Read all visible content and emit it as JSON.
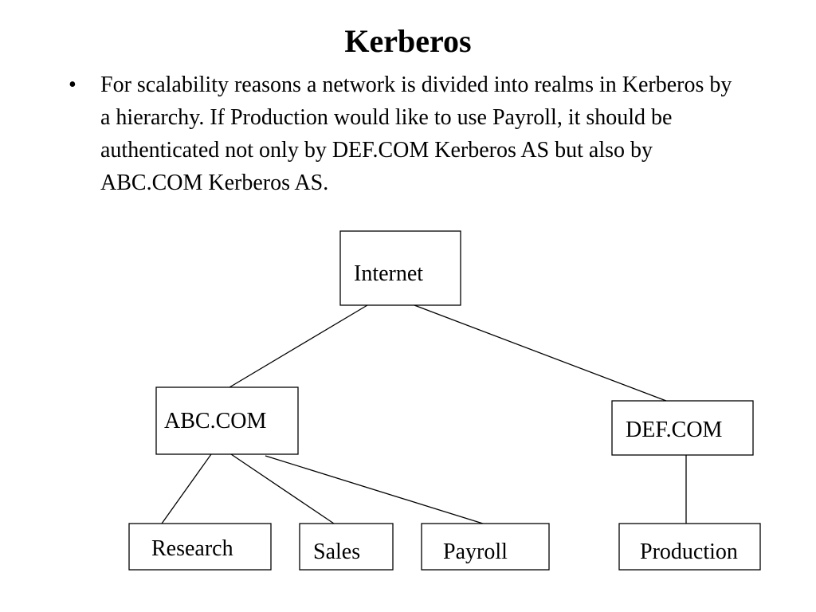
{
  "slide": {
    "title": "Kerberos",
    "bullets": [
      {
        "marker": "•",
        "text": "For scalability reasons a network is divided into realms in Kerberos by a hierarchy. If Production would like to use Payroll, it should be authenticated not only by DEF.COM Kerberos AS but also by ABC.COM Kerberos AS."
      }
    ]
  },
  "diagram": {
    "nodes": {
      "internet": "Internet",
      "abc": "ABC.COM",
      "def": "DEF.COM",
      "research": "Research",
      "sales": "Sales",
      "payroll": "Payroll",
      "production": "Production"
    },
    "edges": [
      [
        "internet",
        "abc"
      ],
      [
        "internet",
        "def"
      ],
      [
        "abc",
        "research"
      ],
      [
        "abc",
        "sales"
      ],
      [
        "abc",
        "payroll"
      ],
      [
        "def",
        "production"
      ]
    ]
  }
}
